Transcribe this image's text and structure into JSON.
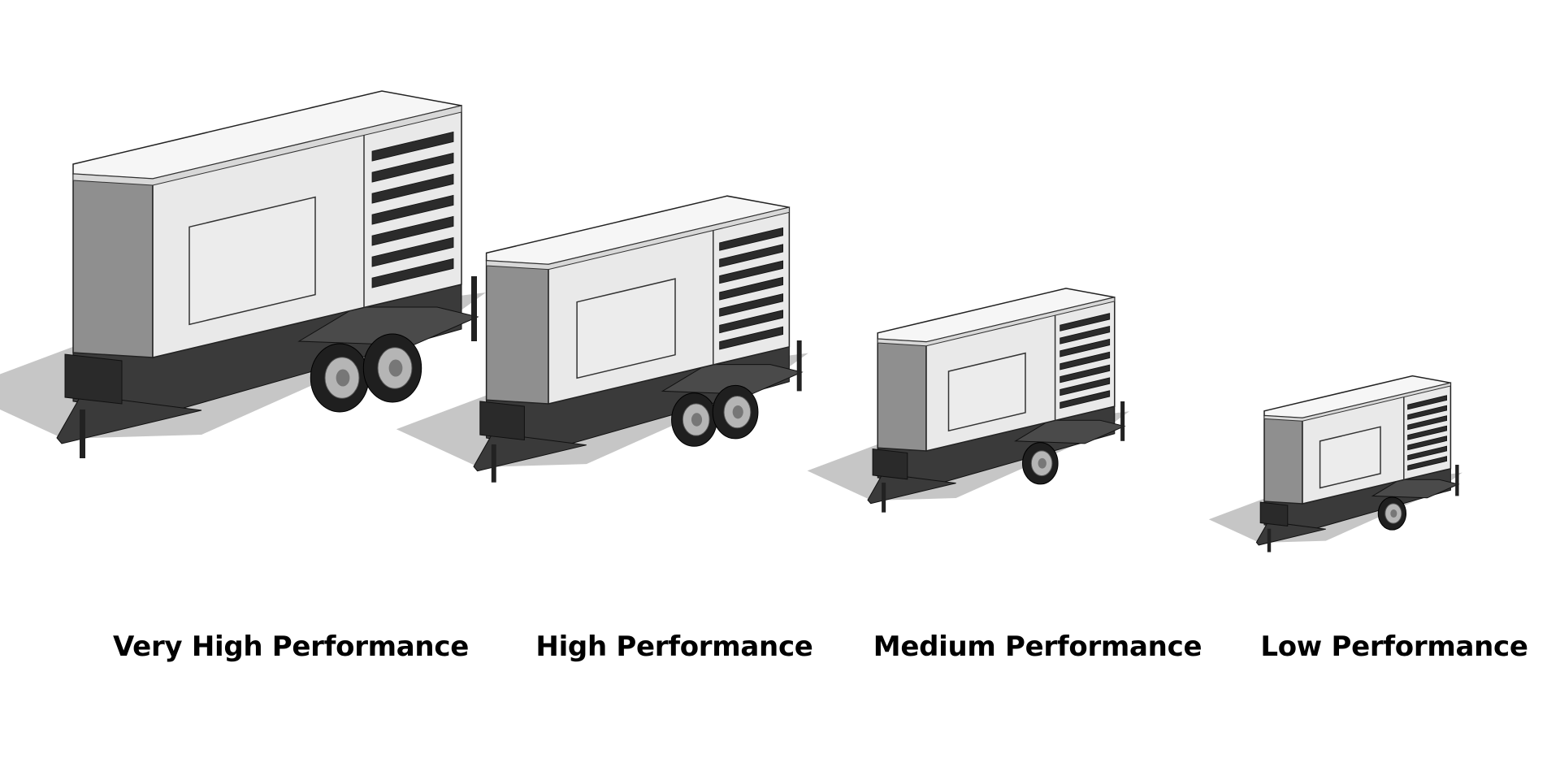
{
  "generators": [
    {
      "label": "Very High Performance",
      "axles": 2,
      "vent_slats": 7
    },
    {
      "label": "High Performance",
      "axles": 2,
      "vent_slats": 7
    },
    {
      "label": "Medium Performance",
      "axles": 1,
      "vent_slats": 7
    },
    {
      "label": "Low Performance",
      "axles": 1,
      "vent_slats": 7
    }
  ],
  "colors": {
    "background": "#ffffff",
    "enclosure_front": "#e9e9e9",
    "enclosure_side": "#8f8f8f",
    "enclosure_top": "#f6f6f6",
    "chassis": "#3a3a3a",
    "shadow": "#c6c6c6",
    "tire": "#1f1f1f",
    "rim": "#b5b5b5"
  }
}
